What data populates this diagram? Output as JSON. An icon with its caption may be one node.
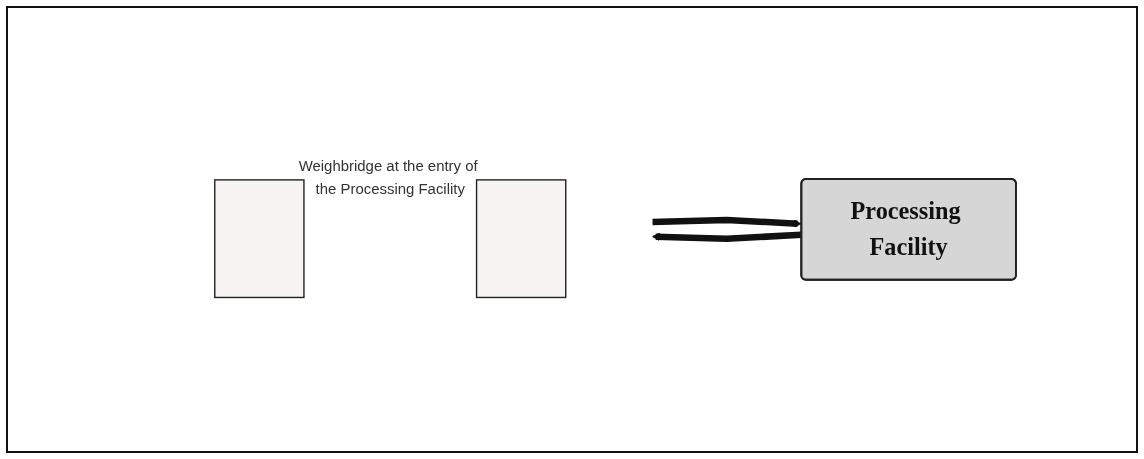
{
  "diagram": {
    "nodes": [
      {
        "text": [
          "Weighbridge at the entry of the Processing Facility"
        ]
      },
      {
        "text": [],
        "shape": "box",
        "in": 0
      },
      {
        "text": [],
        "shape": "box",
        "in": 0
      },
      {
        "text": [
          "Processing Facility"
        ]
      }
    ],
    "edges": [
      {
        "from": 0,
        "to": 3,
        "arrow": "to"
      },
      {
        "from": 3,
        "to": 0,
        "arrow": "to"
      }
    ]
  }
}
